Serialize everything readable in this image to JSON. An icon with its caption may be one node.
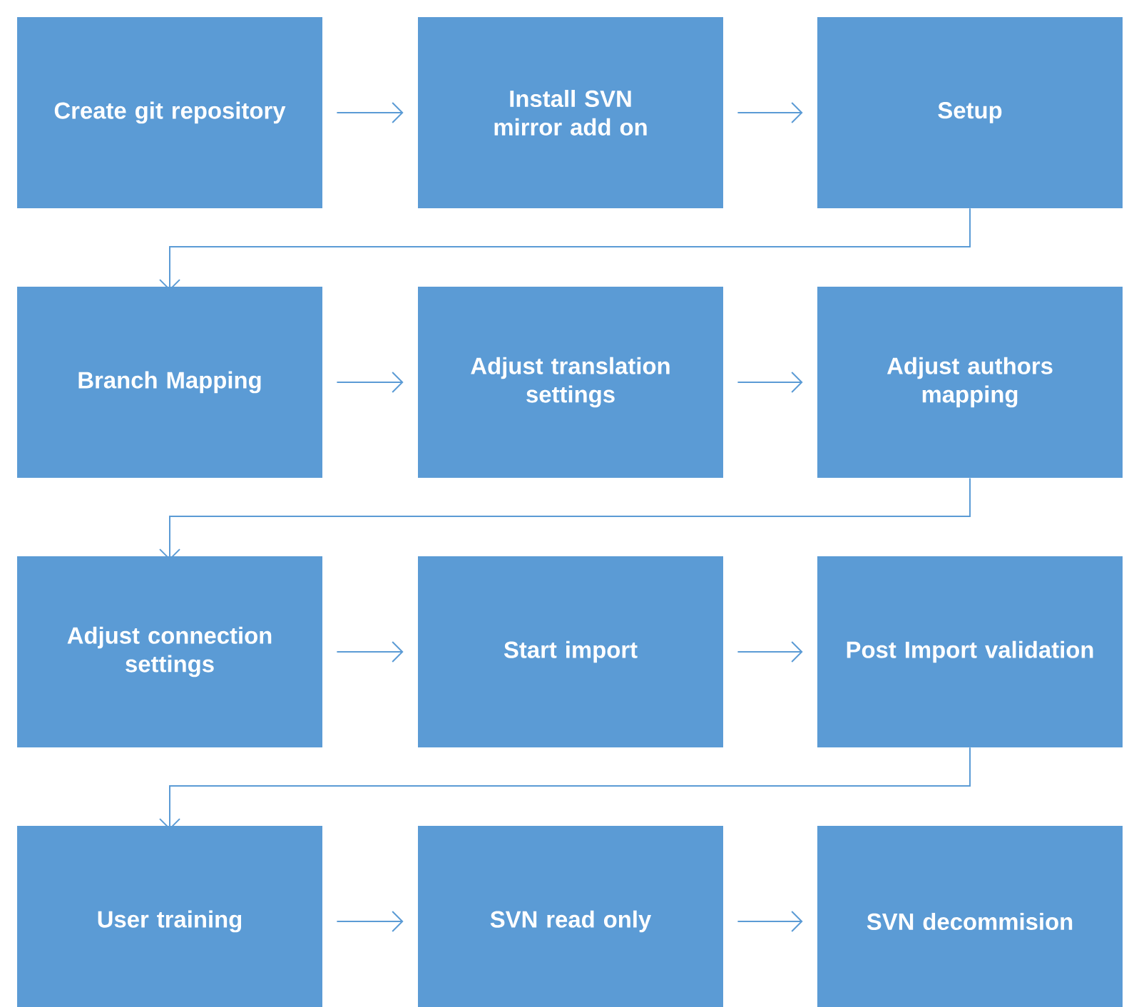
{
  "diagram": {
    "nodes": [
      {
        "text": [
          "Create git repository"
        ]
      },
      {
        "text": [
          "Install SVN mirror add on"
        ]
      },
      {
        "text": [
          "Setup"
        ]
      },
      {
        "text": [
          "Branch Mapping"
        ]
      },
      {
        "text": [
          "Adjust translation settings"
        ]
      },
      {
        "text": [
          "Adjust authors mapping"
        ]
      },
      {
        "text": [
          "Adjust connection settings"
        ]
      },
      {
        "text": [
          "Start import"
        ]
      },
      {
        "text": [
          "Post Import validation"
        ]
      },
      {
        "text": [
          "User training"
        ]
      },
      {
        "text": [
          "SVN read only"
        ]
      },
      {
        "text": [
          "SVN decommision"
        ]
      }
    ],
    "edges": [
      {
        "from": 0,
        "to": 1,
        "arrow": "to"
      },
      {
        "from": 1,
        "to": 2,
        "arrow": "to"
      },
      {
        "from": 2,
        "to": 3,
        "arrow": "to"
      },
      {
        "from": 3,
        "to": 4,
        "arrow": "to"
      },
      {
        "from": 4,
        "to": 5,
        "arrow": "to"
      },
      {
        "from": 5,
        "to": 6,
        "arrow": "to"
      },
      {
        "from": 6,
        "to": 7,
        "arrow": "to"
      },
      {
        "from": 7,
        "to": 8,
        "arrow": "to"
      },
      {
        "from": 8,
        "to": 9,
        "arrow": "to"
      },
      {
        "from": 9,
        "to": 10,
        "arrow": "to"
      },
      {
        "from": 10,
        "to": 11,
        "arrow": "to"
      }
    ]
  }
}
